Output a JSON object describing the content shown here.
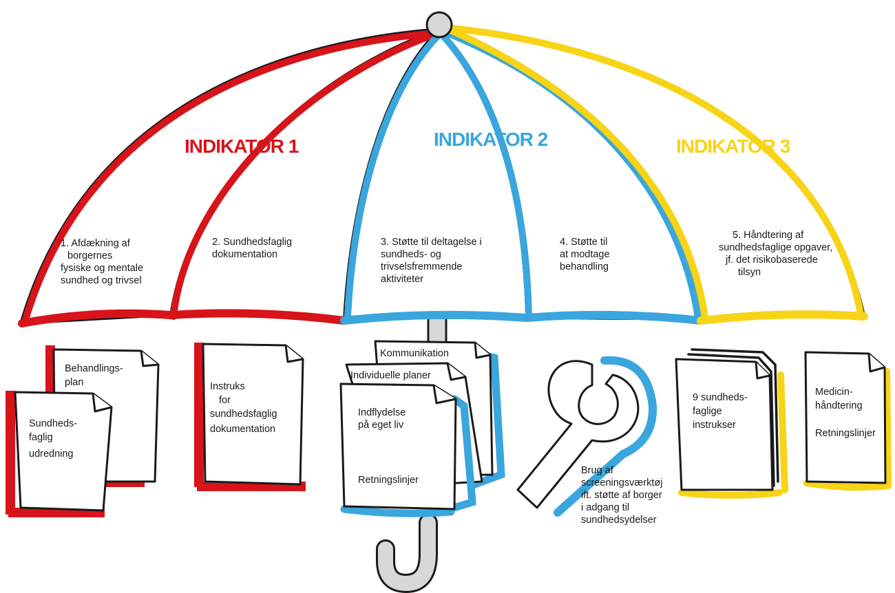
{
  "colors": {
    "red": "#d7141a",
    "blue": "#3aa6dd",
    "yellow": "#f7d417",
    "ink": "#1a1a1a",
    "handle": "#d8d8d8"
  },
  "indicators": [
    {
      "label": "INDIKATOR 1",
      "color": "#d7141a"
    },
    {
      "label": "INDIKATOR 2",
      "color": "#3aa6dd"
    },
    {
      "label": "INDIKATOR 3",
      "color": "#f7d417"
    }
  ],
  "panels": [
    {
      "lines": [
        "1. Afdækning af",
        "borgernes",
        "fysiske og mentale",
        "sundhed og trivsel"
      ]
    },
    {
      "lines": [
        "2. Sundhedsfaglig",
        "dokumentation"
      ]
    },
    {
      "lines": [
        "3. Støtte til deltagelse i",
        "sundheds- og",
        "trivselsfremmende",
        "aktiviteter"
      ]
    },
    {
      "lines": [
        "4. Støtte til",
        "at modtage",
        "behandling"
      ]
    },
    {
      "lines": [
        "5. Håndtering af",
        "sundhedsfaglige opgaver,",
        "jf. det risikobaserede",
        "tilsyn"
      ]
    }
  ],
  "documents": {
    "behandlingsplan": [
      "Behandlings-",
      "plan"
    ],
    "sundhedsfaglig_udredning": [
      "Sundheds-",
      "faglig",
      "udredning"
    ],
    "instruks": [
      "Instruks",
      "for",
      "sundhedsfaglig",
      "dokumentation"
    ],
    "kommunikation": "Kommunikation",
    "individuelle_planer": "Individuelle planer",
    "indflydelse": [
      "Indflydelse",
      "på eget liv"
    ],
    "retningslinjer_blue": "Retningslinjer",
    "screening": [
      "Brug af",
      "screeningsværktøj",
      "ift. støtte af borger",
      "i adgang til",
      "sundhedsydelser"
    ],
    "instrukser": [
      "9 sundheds-",
      "faglige",
      "instrukser"
    ],
    "medicin": [
      "Medicin-",
      "håndtering"
    ],
    "retningslinjer_yellow": "Retningslinjer"
  }
}
